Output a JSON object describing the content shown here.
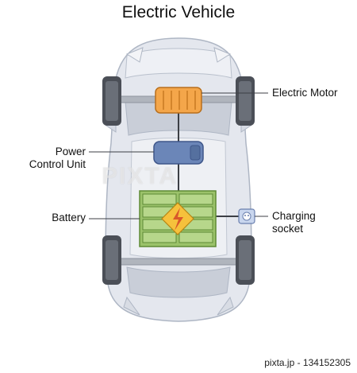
{
  "title": "Electric Vehicle",
  "labels": {
    "electric_motor": "Electric Motor",
    "power_control_unit_line1": "Power",
    "power_control_unit_line2": "Control Unit",
    "battery": "Battery",
    "charging_socket_line1": "Charging",
    "charging_socket_line2": "socket"
  },
  "watermark": "PIXTA",
  "footer": "pixta.jp - 134152305",
  "colors": {
    "car_body": "#dfe3ec",
    "car_outline": "#aeb6c4",
    "motor": "#f4a64a",
    "pcu": "#6b86b8",
    "battery": "#9bc26a",
    "battery_cell": "#b7d78b",
    "bolt": "#f6c13c",
    "tire": "#4b4f57"
  }
}
